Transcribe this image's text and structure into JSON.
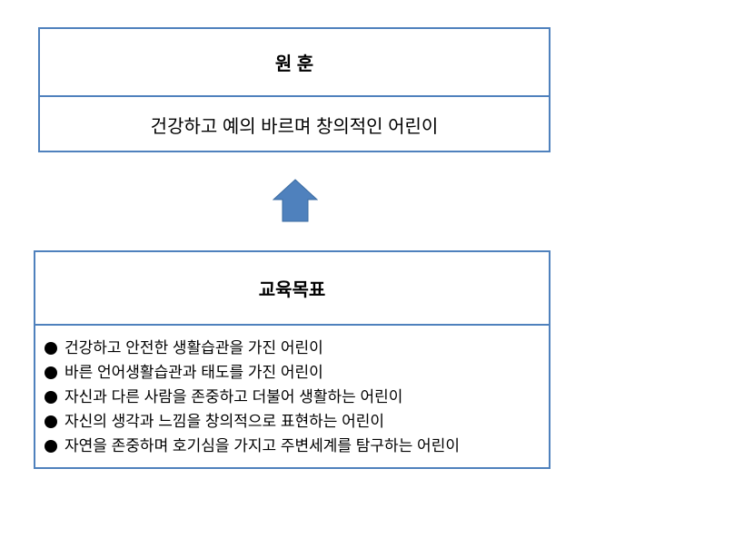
{
  "motto": {
    "title": "원 훈",
    "text": "건강하고 예의 바르며 창의적인 어린이"
  },
  "goals": {
    "title": "교육목표",
    "items": [
      "건강하고 안전한 생활습관을 가진 어린이",
      "바른 언어생활습관과 태도를 가진 어린이",
      "자신과 다른 사람을 존중하고 더불어 생활하는 어린이",
      "자신의 생각과 느낌을 창의적으로 표현하는 어린이",
      "자연을 존중하며 호기심을 가지고 주변세계를 탐구하는 어린이"
    ]
  },
  "colors": {
    "border": "#4f81bd",
    "arrow": "#4f81bd"
  }
}
